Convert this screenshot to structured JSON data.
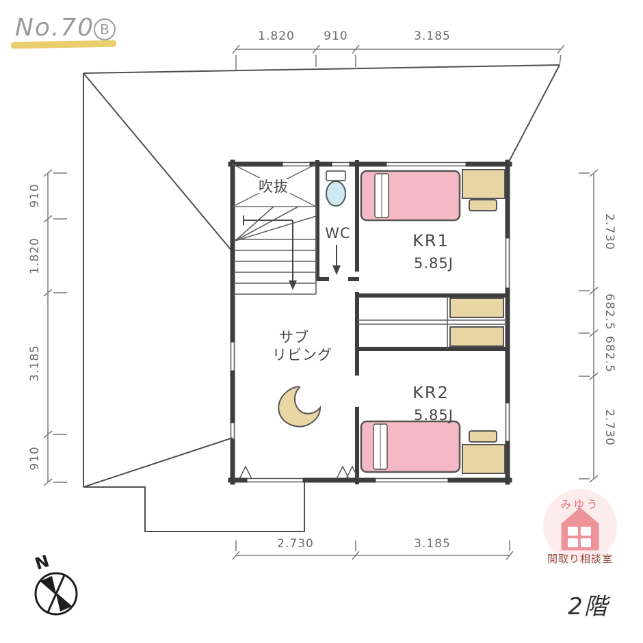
{
  "header": {
    "plan_no": "No.70",
    "variant": "B"
  },
  "floor": {
    "label": "2階"
  },
  "dims": {
    "top": [
      "1.820",
      "910",
      "3.185"
    ],
    "left": [
      "910",
      "1.820",
      "3.185",
      "910"
    ],
    "right": [
      "2.730",
      "682.5",
      "682.5",
      "2.730"
    ],
    "bottom": [
      "2.730",
      "3.185"
    ]
  },
  "rooms": {
    "void_label": "吹抜",
    "wc_label": "WC",
    "kr1_name": "KR1",
    "kr1_size": "5.85J",
    "kr2_name": "KR2",
    "kr2_size": "5.85J",
    "sub_living_line1": "サブ",
    "sub_living_line2": "リビング"
  },
  "compass": {
    "north_label": "N"
  },
  "logo": {
    "brand": "みゆう",
    "title": "間取り相談室"
  },
  "colors": {
    "underline_yellow": "#e8c95e",
    "toilet_blue": "#cfe9f2",
    "bed_pink": "#f4b9c5",
    "wood_beige": "#ead5a5",
    "logo_pink": "#ef939b",
    "logo_circle": "#fdecec"
  }
}
